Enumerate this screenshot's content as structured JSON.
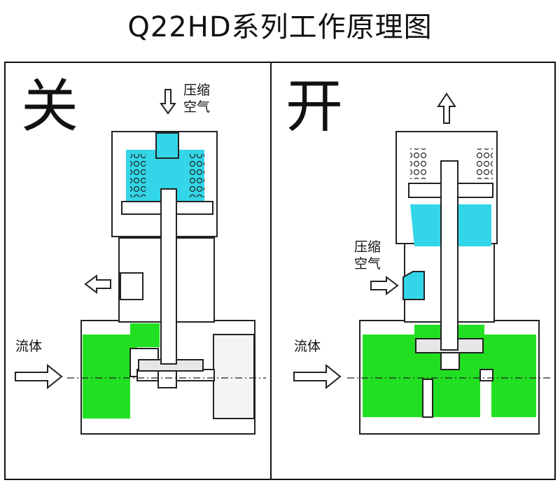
{
  "title": "Q22HD系列工作原理图",
  "left_panel": {
    "state_label": "关",
    "air_label_line1": "压缩",
    "air_label_line2": "空气",
    "fluid_label": "流体"
  },
  "right_panel": {
    "state_label": "开",
    "air_label_line1": "压缩",
    "air_label_line2": "空气",
    "fluid_label": "流体"
  },
  "colors": {
    "air": "#33d6e8",
    "fluid": "#21e021",
    "metal": "#ffffff",
    "line": "#222222"
  }
}
